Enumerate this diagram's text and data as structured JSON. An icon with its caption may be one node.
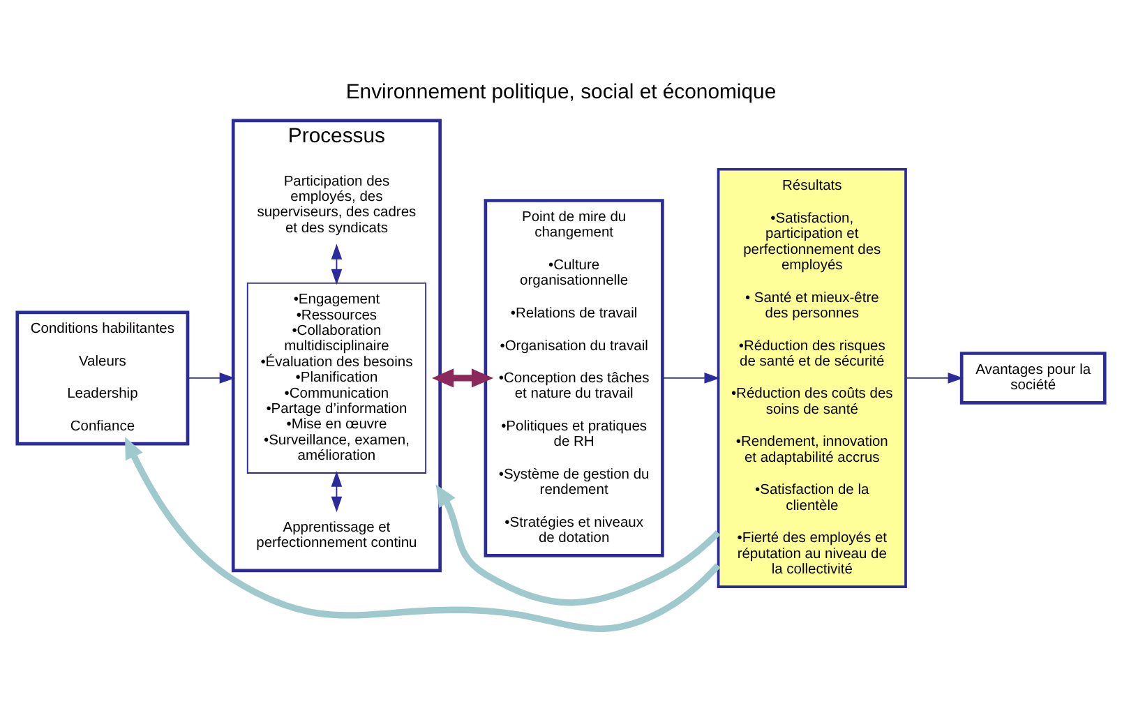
{
  "diagram": {
    "title": "Environnement politique, social et économique",
    "nodes": [
      {
        "text": [
          "Conditions habilitantes",
          "Valeurs",
          "Leadership",
          "Confiance"
        ]
      },
      {
        "text": [
          "Processus"
        ]
      },
      {
        "text": [
          "Apprentissage et perfectionnement continu"
        ],
        "in": 1
      },
      {
        "text": [
          "•Engagement",
          "•Ressources",
          "•Collaboration multidisciplinaire",
          "•Évaluation des besoins",
          "•Planification",
          "•Communication",
          "•Partage d’information",
          "•Mise en œuvre",
          "•Surveillance, examen, amélioration"
        ],
        "in": 1
      },
      {
        "text": [
          "Participation des employés, des superviseurs, des cadres et des syndicats"
        ],
        "in": 1
      },
      {
        "text": [
          "Point de mire du changement",
          "•Culture organisationnelle",
          "•Relations de travail",
          "•Organisation du travail",
          "•Conception des tâches et nature du travail",
          "•Politiques et pratiques de RH",
          "•Système de gestion du rendement",
          "•Stratégies et niveaux de dotation"
        ]
      },
      {
        "text": [
          "Résultats",
          "•Satisfaction, participation et perfectionnement des employés",
          "• Santé et mieux-être des personnes",
          "•Réduction des risques de santé et de sécurité",
          "•Réduction des coûts des soins de santé",
          "•Rendement, innovation et adaptabilité accrus",
          "•Satisfaction de la clientèle",
          "•Fierté des employés et réputation au niveau de la collectivité"
        ]
      },
      {
        "text": [
          "Avantages pour la société"
        ]
      }
    ],
    "edges": [
      {
        "from": 0,
        "to": 1,
        "arrow": "to"
      },
      {
        "from": 2,
        "to": 3,
        "arrow": "both"
      },
      {
        "from": 3,
        "to": 4,
        "arrow": "both"
      },
      {
        "from": 1,
        "to": 5,
        "arrow": "both",
        "style": "thick",
        "color": "#8b2a5a"
      },
      {
        "from": 5,
        "to": 6,
        "arrow": "to"
      },
      {
        "from": 6,
        "to": 7,
        "arrow": "to"
      },
      {
        "from": 6,
        "to": 0,
        "arrow": "to",
        "style": "thick",
        "color": "#9fc9cc"
      },
      {
        "from": 6,
        "to": 1,
        "arrow": "to",
        "style": "thick",
        "color": "#9fc9cc"
      }
    ]
  }
}
